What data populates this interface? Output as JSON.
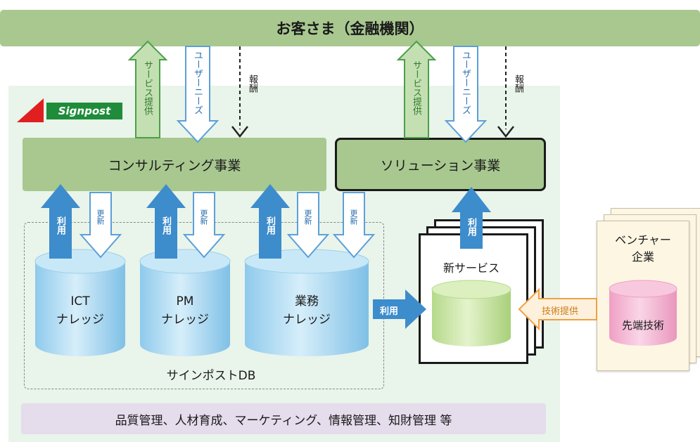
{
  "customer_bar": {
    "label": "お客さま（金融機関）"
  },
  "logo": {
    "text": "Signpost"
  },
  "consulting": {
    "label": "コンサルティング事業",
    "service_label": "サービス提供",
    "needs_label": "ユーザーニーズ",
    "reward_label": "報酬"
  },
  "solution": {
    "label": "ソリューション事業",
    "service_label": "サービス提供",
    "needs_label": "ユーザーニーズ",
    "reward_label": "報酬"
  },
  "flows": {
    "use_label": "利用",
    "update_label": "更新",
    "tech_label": "技術提供"
  },
  "knowledge_db": {
    "ict": [
      "ICT",
      "ナレッジ"
    ],
    "pm": [
      "PM",
      "ナレッジ"
    ],
    "business": [
      "業務",
      "ナレッジ"
    ],
    "db_label": "サインポストDB"
  },
  "new_service": {
    "label": "新サービス"
  },
  "venture": {
    "title": [
      "ベンチャー",
      "企業"
    ],
    "tech_label": "先端技術"
  },
  "footer": {
    "label": "品質管理、人材育成、マーケティング、情報管理、知財管理 等"
  },
  "colors": {
    "green_box": "#a8c890",
    "panel_bg": "#e9f4ea",
    "blue_arrow": "#3d8ccc",
    "cyl_blue": "#b3ddf3",
    "cyl_green": "#cfe7a8",
    "cyl_pink": "#f5bdd6",
    "footer_bg": "#e5dcec",
    "tech_arrow": "#f0a040",
    "venture_paper": "#fdf6e3"
  }
}
